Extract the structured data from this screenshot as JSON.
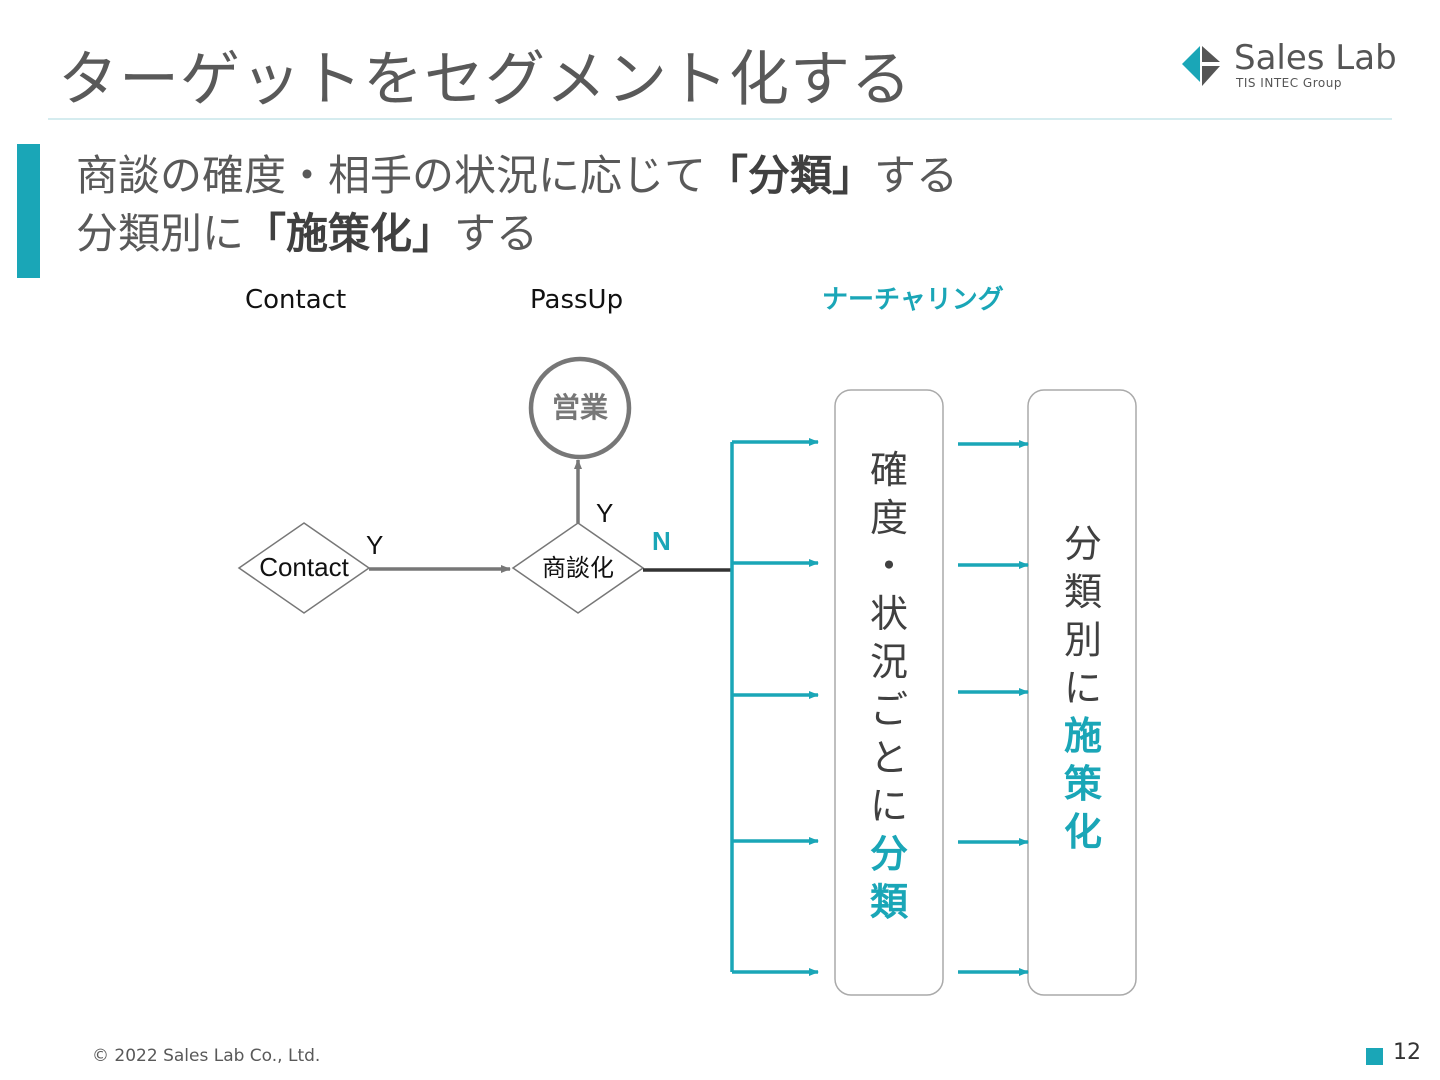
{
  "header": {
    "title": "ターゲットをセグメント化する",
    "logo": {
      "name": "Sales Lab",
      "tagline": "TIS INTEC Group"
    }
  },
  "subtitle": {
    "line1_prefix": "商談の確度・相手の状況に応じて",
    "line1_bold": "「分類」",
    "line1_suffix": "する",
    "line2_prefix": "分類別に",
    "line2_bold": "「施策化」",
    "line2_suffix": "する"
  },
  "columns": {
    "contact": "Contact",
    "passup": "PassUp",
    "nurturing": "ナーチャリング"
  },
  "diagram": {
    "node_contact": "Contact",
    "node_deal": "商談化",
    "node_sales": "営業",
    "yes_label_1": "Y",
    "yes_label_2": "Y",
    "no_label": "N",
    "box_classify": [
      "確",
      "度",
      "・",
      "状",
      "況",
      "ご",
      "と",
      "に"
    ],
    "box_classify_highlight": [
      "分",
      "類"
    ],
    "box_measure": [
      "分",
      "類",
      "別",
      "に"
    ],
    "box_measure_highlight": [
      "施",
      "策",
      "化"
    ]
  },
  "colors": {
    "accent": "#1aa6b7",
    "text": "#595959",
    "arrow_gray": "#777777"
  },
  "footer": {
    "copyright": "© 2022 Sales Lab Co., Ltd.",
    "page": "12"
  }
}
